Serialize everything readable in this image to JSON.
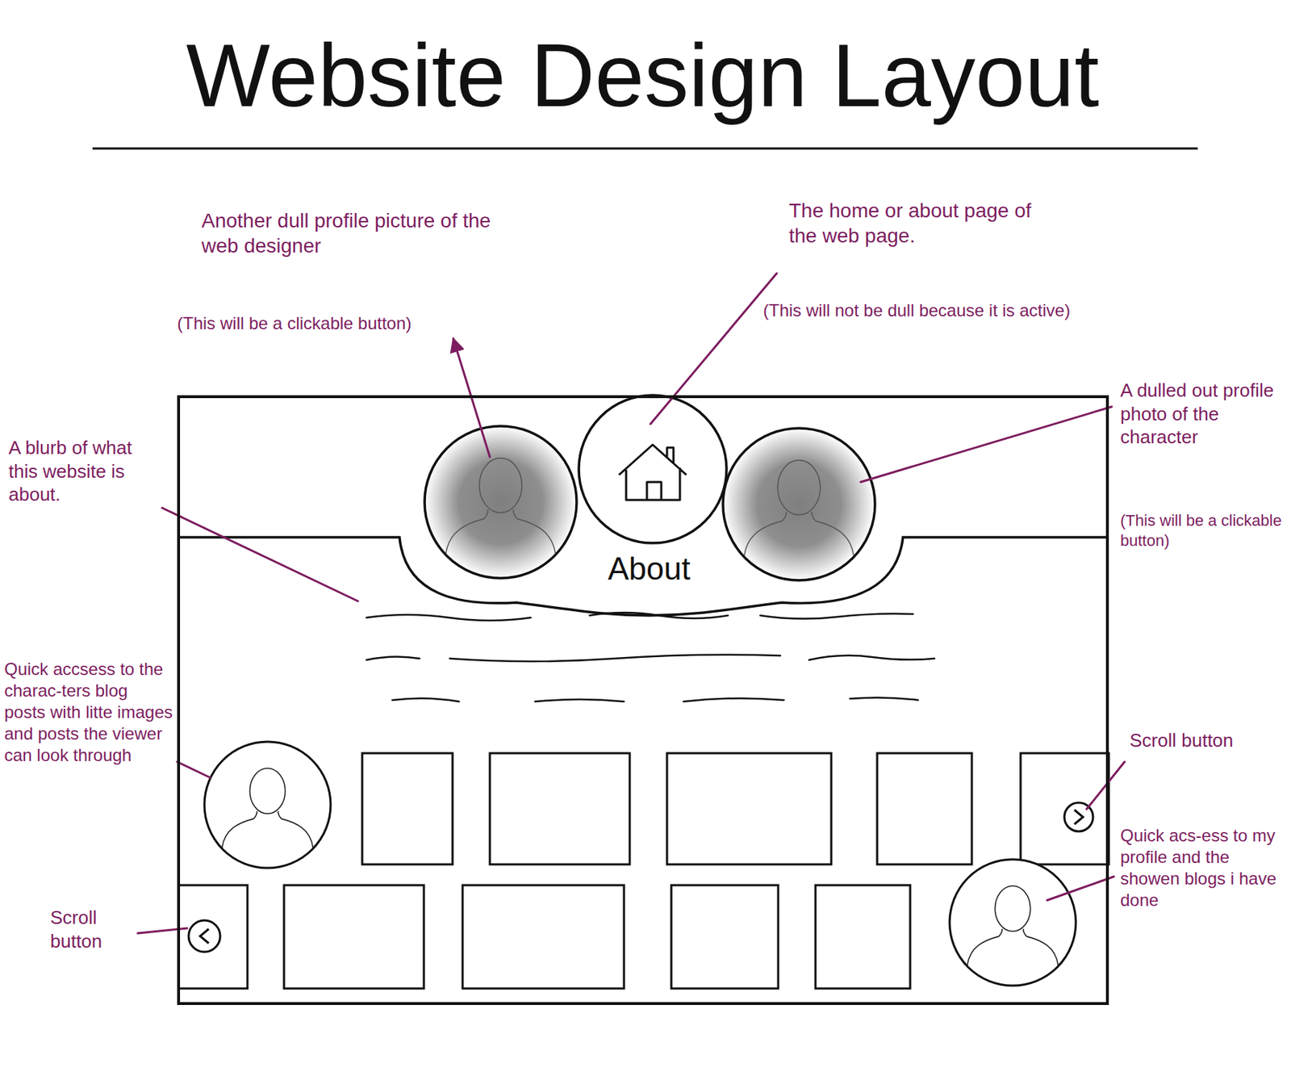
{
  "diagram": {
    "title": "Website Design Layout",
    "nodes": [
      {
        "text": [
          "About"
        ]
      }
    ],
    "labels": [
      "Another dull profile picture of the web designer",
      "(This will be a clickable button)",
      "The home or about page of the web page.",
      "(This will not be dull because it is active)",
      "A blurb of what this website is about.",
      "A dulled out profile photo of the character",
      "(This will be a clickable button)",
      "Quick accsess to the charac-ters blog posts with litte images and posts the viewer can look through",
      "Scroll button",
      "Quick acs-ess to my profile and the showen blogs i have done",
      "Scroll button"
    ]
  }
}
